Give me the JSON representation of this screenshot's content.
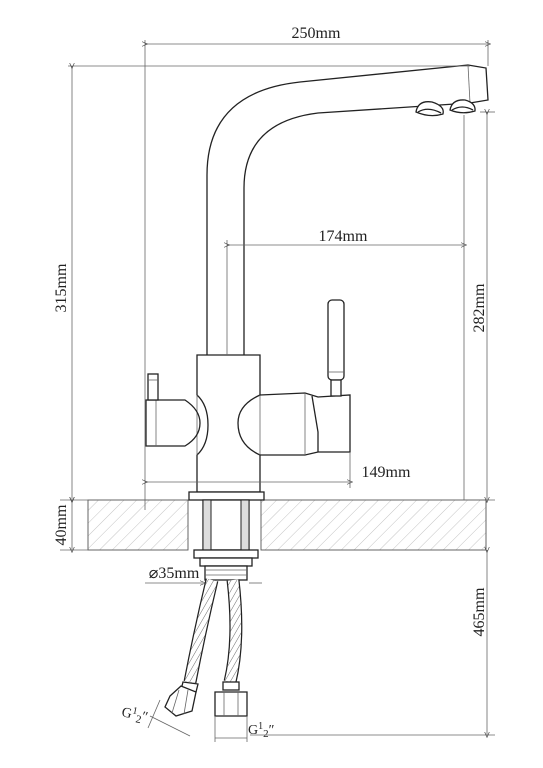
{
  "dimensions": {
    "width_total": "250mm",
    "spout_reach": "174mm",
    "height_total": "315mm",
    "spout_height": "282mm",
    "body_width": "149mm",
    "counter_thickness": "40mm",
    "hole_diameter": "⌀35mm",
    "hose_length": "465mm"
  },
  "threads": {
    "left_base": "G",
    "left_frac_num": "1",
    "left_frac_den": "2",
    "left_mark": "″",
    "right_base": "G",
    "right_frac_num": "1",
    "right_frac_den": "2",
    "right_mark": "″"
  }
}
